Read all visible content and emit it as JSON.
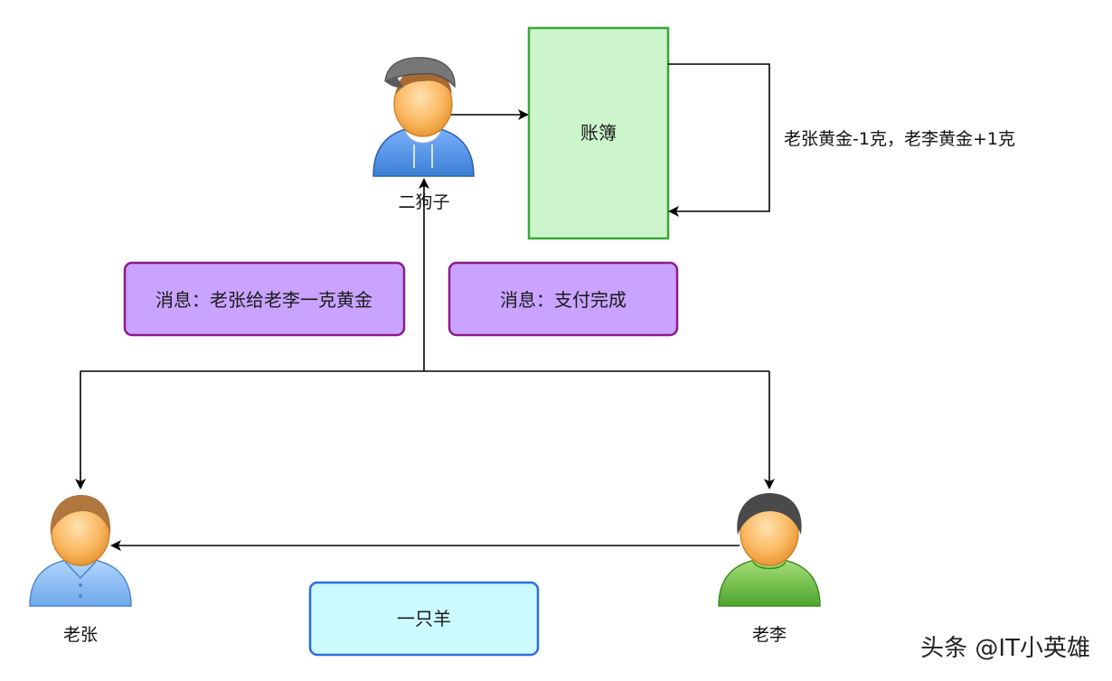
{
  "actors": {
    "ergouzi": {
      "label": "二狗子"
    },
    "laozhang": {
      "label": "老张"
    },
    "laoli": {
      "label": "老李"
    }
  },
  "ledger": {
    "label": "账簿",
    "note": "老张黄金-1克，老李黄金+1克",
    "fill": "#ccf5cc",
    "stroke": "#3aa63a"
  },
  "messages": {
    "request": "消息：老张给老李一克黄金",
    "done": "消息：支付完成",
    "fill": "#c9a3ff",
    "stroke": "#8b1a8b"
  },
  "goods": {
    "label": "一只羊",
    "fill": "#ccfaff",
    "stroke": "#2a6fdc"
  },
  "watermark": "头条 @IT小英雄"
}
